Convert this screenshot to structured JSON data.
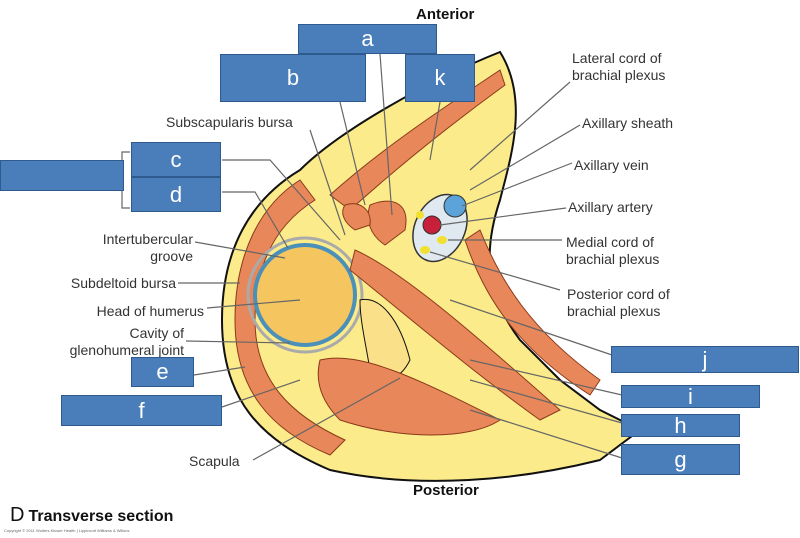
{
  "orientation": {
    "top": "Anterior",
    "bottom": "Posterior"
  },
  "figure_caption": {
    "letter": "D",
    "text": "Transverse section"
  },
  "copyright": "Copyright © 2011 Wolters Kluwer Health | Lippincott Williams & Wilkins",
  "labels_right": [
    "Lateral cord of\nbrachial plexus",
    "Axillary sheath",
    "Axillary vein",
    "Axillary artery",
    "Medial cord of\nbrachial plexus",
    "Posterior cord of\nbrachial plexus"
  ],
  "labels_left": {
    "subscapularis_bursa": "Subscapularis bursa",
    "intertubercular_groove": "Intertubercular\ngroove",
    "subdeltoid_bursa": "Subdeltoid bursa",
    "head_of_humerus": "Head of humerus",
    "cavity": "Cavity of\nglenohumeral joint",
    "scapula": "Scapula"
  },
  "answer_boxes": {
    "a": "a",
    "b": "b",
    "k": "k",
    "c": "c",
    "d": "d",
    "blank": "",
    "e": "e",
    "f": "f",
    "g": "g",
    "h": "h",
    "i": "i",
    "j": "j"
  },
  "colors": {
    "box_fill": "#4a7ebb",
    "muscle": "#e8875a",
    "fat": "#fbeb8a",
    "bone": "#f5c560",
    "skin_line": "#111111"
  }
}
